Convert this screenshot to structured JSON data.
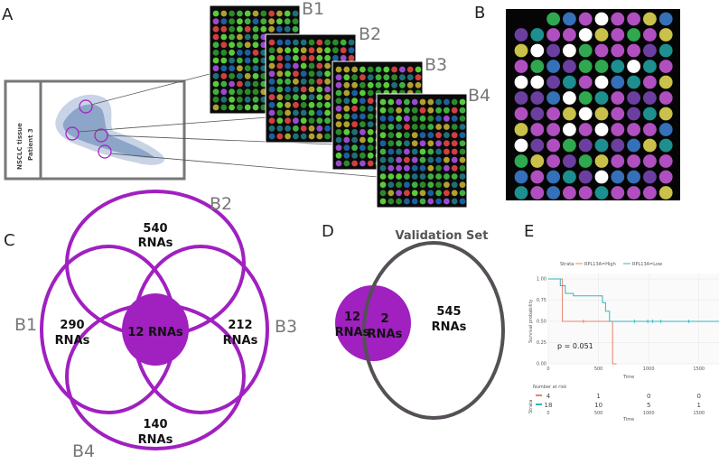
{
  "panels": {
    "A": "A",
    "B": "B",
    "C": "C",
    "D": "D",
    "E": "E"
  },
  "panelA": {
    "tissue_label_line1": "NSCLC tissue",
    "tissue_label_line2": "Patient 3",
    "slides": [
      "B1",
      "B2",
      "B3",
      "B4"
    ],
    "spot_colors": [
      "#2a8a2a",
      "#3fb03f",
      "#1f6f7a",
      "#5acb3a",
      "#b0a030",
      "#1c5fa0",
      "#9a4ad0",
      "#d04040"
    ]
  },
  "panelB": {
    "spot_colors": [
      "#b04fc0",
      "#b04fc0",
      "#b04fc0",
      "#ffffff",
      "#2fa84f",
      "#3570b8",
      "#c9c14a",
      "#6a3fa0",
      "#1d8f8f"
    ]
  },
  "panelC": {
    "circle_color": "#a020c0",
    "labels": {
      "b1": "B1",
      "b2": "B2",
      "b3": "B3",
      "b4": "B4"
    },
    "regions": {
      "b2_line1": "540",
      "b2_line2": "RNAs",
      "b1_line1": "290",
      "b1_line2": "RNAs",
      "b3_line1": "212",
      "b3_line2": "RNAs",
      "b4_line1": "140",
      "b4_line2": "RNAs",
      "core": "12 RNAs"
    }
  },
  "panelD": {
    "title": "Validation Set",
    "left_line1": "12",
    "left_line2": "RNAs",
    "overlap_line1": "2",
    "overlap_line2": "RNAs",
    "right_line1": "545",
    "right_line2": "RNAs",
    "fill_color": "#a020c0",
    "outline_color": "#555055"
  },
  "panelE": {
    "legend_title": "Strata",
    "legend_high": "RPL13A=High",
    "legend_low": "RPL13A=Low",
    "y_axis_label": "Survival probability",
    "x_axis_label": "Time",
    "p_value": "p = 0.051",
    "y_ticks": [
      "1.00",
      "0.75",
      "0.50",
      "0.25",
      "0.00"
    ],
    "x_ticks": [
      "0",
      "500",
      "1000",
      "1500"
    ],
    "risk_title": "Number at risk",
    "risk_strata_label": "Strata",
    "risk_high": [
      "4",
      "1",
      "0",
      "0"
    ],
    "risk_low": [
      "18",
      "10",
      "5",
      "1"
    ],
    "risk_x_ticks": [
      "0",
      "500",
      "1000",
      "1500"
    ],
    "risk_x_label": "Time",
    "color_high": "#e8826a",
    "color_low": "#33b5c0",
    "chart_data": {
      "type": "line",
      "series": [
        {
          "name": "RPL13A=High",
          "x": [
            0,
            140,
            140,
            640,
            640,
            680
          ],
          "y": [
            1.0,
            1.0,
            0.5,
            0.5,
            0.0,
            0.0
          ]
        },
        {
          "name": "RPL13A=Low",
          "x": [
            0,
            120,
            120,
            170,
            170,
            250,
            250,
            540,
            540,
            570,
            570,
            610,
            610,
            1700
          ],
          "y": [
            1.0,
            1.0,
            0.92,
            0.92,
            0.83,
            0.83,
            0.8,
            0.8,
            0.72,
            0.72,
            0.62,
            0.62,
            0.5,
            0.5
          ]
        }
      ],
      "xlabel": "Time",
      "ylabel": "Survival probability",
      "xlim": [
        0,
        1700
      ],
      "ylim": [
        0,
        1
      ]
    }
  }
}
